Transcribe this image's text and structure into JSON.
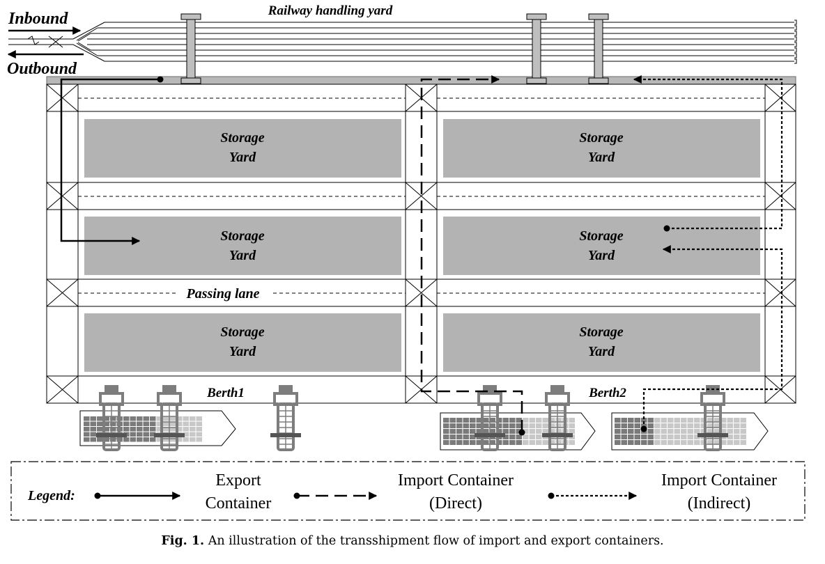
{
  "labels": {
    "railway": "Railway handling yard",
    "inbound": "Inbound",
    "outbound": "Outbound",
    "storage_line1": "Storage",
    "storage_line2": "Yard",
    "passing_lane": "Passing lane",
    "berth1": "Berth1",
    "berth2": "Berth2"
  },
  "legend": {
    "title": "Legend:",
    "export_line1": "Export",
    "export_line2": "Container",
    "direct_line1": "Import Container",
    "direct_line2": "(Direct)",
    "indirect_line1": "Import Container",
    "indirect_line2": "(Indirect)"
  },
  "caption": {
    "prefix": "Fig. 1.",
    "text": " An illustration of the transshipment flow of import and export containers."
  },
  "colors": {
    "storage_fill": "#b3b3b3",
    "rail_band": "#b8b8b8",
    "crane": "#7d7d7d",
    "container_dark": "#7a7a7a",
    "container_light": "#c8c8c8"
  }
}
